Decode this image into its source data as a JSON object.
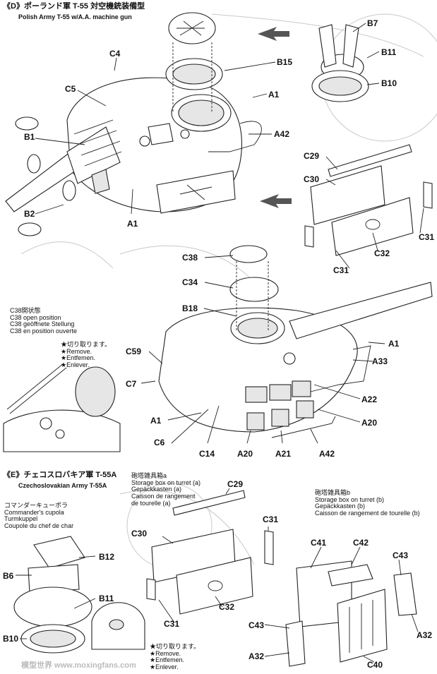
{
  "sectionD": {
    "marker": "《D》",
    "title_jp": "ポーランド軍 T-55 対空機銃装備型",
    "title_en": "Polish Army T-55 w/A.A. machine gun"
  },
  "sectionE": {
    "marker": "《E》",
    "title_jp": "チェコスロバキア軍 T-55A",
    "title_en": "Czechoslovakian Army T-55A"
  },
  "c38_note": [
    "C38開状態",
    "C38 open position",
    "C38 geöffnete Stellung",
    "C38 en position ouverte"
  ],
  "remove_note": [
    "★切り取ります。",
    "★Remove.",
    "★Entfemen.",
    "★Enlever."
  ],
  "cupola_note": [
    "コマンダーキューポラ",
    "Commander's cupola",
    "Turmkuppel",
    "Coupole du chef de char"
  ],
  "storage_a": [
    "砲塔雑具箱a",
    "Storage box on turret (a)",
    "Gepäckkasten (a)",
    "Caisson de rangement",
    "de tourelle (a)"
  ],
  "storage_b": [
    "砲塔雑具箱b",
    "Storage box on turret (b)",
    "Gepäckkasten (b)",
    "Caisson de rangement de tourelle (b)"
  ],
  "remove_note2": [
    "★切り取ります。",
    "★Remove.",
    "★Entfemen.",
    "★Enlever."
  ],
  "watermark": "模型世界 www.moxingfans.com",
  "labels": {
    "C4": "C4",
    "C5": "C5",
    "B15": "B15",
    "A1a": "A1",
    "A42a": "A42",
    "B1": "B1",
    "B2": "B2",
    "A1b": "A1",
    "B7": "B7",
    "B11a": "B11",
    "B10a": "B10",
    "C29a": "C29",
    "C30a": "C30",
    "C31a": "C31",
    "C31b": "C31",
    "C32a": "C32",
    "C38": "C38",
    "C34": "C34",
    "B18": "B18",
    "C59": "C59",
    "C7": "C7",
    "A1c": "A1",
    "C6": "C6",
    "C14": "C14",
    "A20a": "A20",
    "A21": "A21",
    "A42b": "A42",
    "A20b": "A20",
    "A22": "A22",
    "A33": "A33",
    "A1d": "A1",
    "B12": "B12",
    "B6": "B6",
    "B11b": "B11",
    "B10b": "B10",
    "C29b": "C29",
    "C30b": "C30",
    "C31c": "C31",
    "C31d": "C31",
    "C32b": "C32",
    "C41": "C41",
    "C42": "C42",
    "C43a": "C43",
    "C43b": "C43",
    "A32a": "A32",
    "A32b": "A32",
    "C40": "C40"
  }
}
